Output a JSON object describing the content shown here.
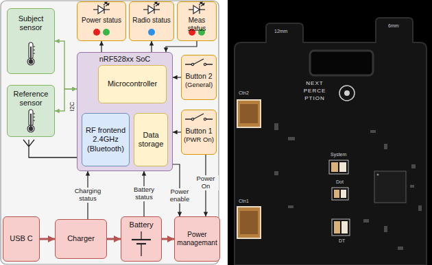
{
  "diagram": {
    "nodes": [
      {
        "text": [
          "Subject sensor"
        ]
      },
      {
        "text": [
          "Power status"
        ]
      },
      {
        "text": [
          "Radio status"
        ]
      },
      {
        "text": [
          "Meas status"
        ]
      },
      {
        "text": [
          "nRF528xx SoC"
        ]
      },
      {
        "text": [
          "Microcontroller"
        ],
        "in": 4
      },
      {
        "text": [
          "Button 2",
          "(General)"
        ]
      },
      {
        "text": [
          "Reference sensor"
        ]
      },
      {
        "text": [
          "RF frontend 2.4GHz (Bluetooth)"
        ],
        "in": 4
      },
      {
        "text": [
          "Data storage"
        ],
        "in": 4
      },
      {
        "text": [
          "Button 1",
          "(PWR On)"
        ]
      },
      {
        "text": [
          "USB C"
        ]
      },
      {
        "text": [
          "Charger"
        ]
      },
      {
        "text": [
          "Battery"
        ]
      },
      {
        "text": [
          "Power managemant"
        ]
      }
    ],
    "edges": [
      {
        "from": 0,
        "to": 4,
        "arrow": "both"
      },
      {
        "from": 7,
        "to": 4,
        "arrow": "both"
      },
      {
        "from": 4,
        "to": 1,
        "arrow": "to"
      },
      {
        "from": 4,
        "to": 2,
        "arrow": "to"
      },
      {
        "from": 3,
        "to": 4,
        "arrow": "to"
      },
      {
        "from": 6,
        "to": 4,
        "arrow": "to"
      },
      {
        "from": 10,
        "to": 4,
        "arrow": "to"
      },
      {
        "from": 10,
        "to": 14,
        "label": "Power On",
        "arrow": "to"
      },
      {
        "from": 4,
        "to": 14,
        "label": "Power enable",
        "arrow": "to"
      },
      {
        "from": 12,
        "to": 4,
        "label": "Charging status",
        "arrow": "to"
      },
      {
        "from": 13,
        "to": 4,
        "label": "Battery status",
        "arrow": "to"
      },
      {
        "from": 11,
        "to": 12,
        "arrow": "to"
      },
      {
        "from": 12,
        "to": 13,
        "arrow": "to"
      },
      {
        "from": 13,
        "to": 14,
        "arrow": "to"
      }
    ],
    "labels": [
      "I2C",
      "12mm",
      "6mm",
      "Ctn2",
      "NEXT PERCE PTION",
      "System",
      "Dot",
      "Ctn1",
      "DT"
    ]
  }
}
